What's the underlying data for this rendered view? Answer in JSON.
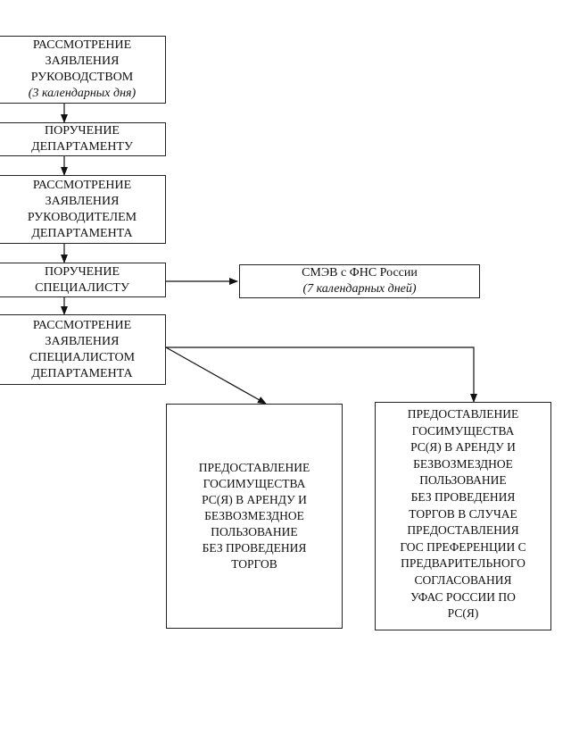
{
  "nodes": {
    "n1": {
      "lines": [
        "РАССМОТРЕНИЕ",
        "ЗАЯВЛЕНИЯ",
        "РУКОВОДСТВОМ"
      ],
      "note": "(3 календарных дня)"
    },
    "n2": {
      "lines": [
        "ПОРУЧЕНИЕ",
        "ДЕПАРТАМЕНТУ"
      ]
    },
    "n3": {
      "lines": [
        "РАССМОТРЕНИЕ",
        "ЗАЯВЛЕНИЯ",
        "РУКОВОДИТЕЛЕМ",
        "ДЕПАРТАМЕНТА"
      ]
    },
    "n4": {
      "lines": [
        "ПОРУЧЕНИЕ",
        "СПЕЦИАЛИСТУ"
      ]
    },
    "n5": {
      "lines": [
        "СМЭВ с ФНС России"
      ],
      "note": "(7 календарных дней)"
    },
    "n6": {
      "lines": [
        "РАССМОТРЕНИЕ",
        "ЗАЯВЛЕНИЯ",
        "СПЕЦИАЛИСТОМ",
        "ДЕПАРТАМЕНТА"
      ]
    },
    "n7": {
      "lines": [
        "ПРЕДОСТАВЛЕНИЕ",
        "ГОСИМУЩЕСТВА",
        "РС(Я) В АРЕНДУ И",
        "БЕЗВОЗМЕЗДНОЕ",
        "ПОЛЬЗОВАНИЕ",
        "БЕЗ ПРОВЕДЕНИЯ",
        "ТОРГОВ"
      ]
    },
    "n8": {
      "lines": [
        "ПРЕДОСТАВЛЕНИЕ",
        "ГОСИМУЩЕСТВА",
        "РС(Я) В АРЕНДУ И",
        "БЕЗВОЗМЕЗДНОЕ",
        "ПОЛЬЗОВАНИЕ",
        "БЕЗ ПРОВЕДЕНИЯ",
        "ТОРГОВ В СЛУЧАЕ",
        "ПРЕДОСТАВЛЕНИЯ",
        "ГОС ПРЕФЕРЕНЦИИ С",
        "ПРЕДВАРИТЕЛЬНОГО",
        "СОГЛАСОВАНИЯ",
        "УФАС РОССИИ ПО",
        "РС(Я)"
      ]
    }
  },
  "edges": [
    {
      "from": "n1",
      "to": "n2"
    },
    {
      "from": "n2",
      "to": "n3"
    },
    {
      "from": "n3",
      "to": "n4"
    },
    {
      "from": "n4",
      "to": "n5"
    },
    {
      "from": "n4",
      "to": "n6"
    },
    {
      "from": "n6",
      "to": "n7"
    },
    {
      "from": "n6",
      "to": "n8"
    }
  ]
}
